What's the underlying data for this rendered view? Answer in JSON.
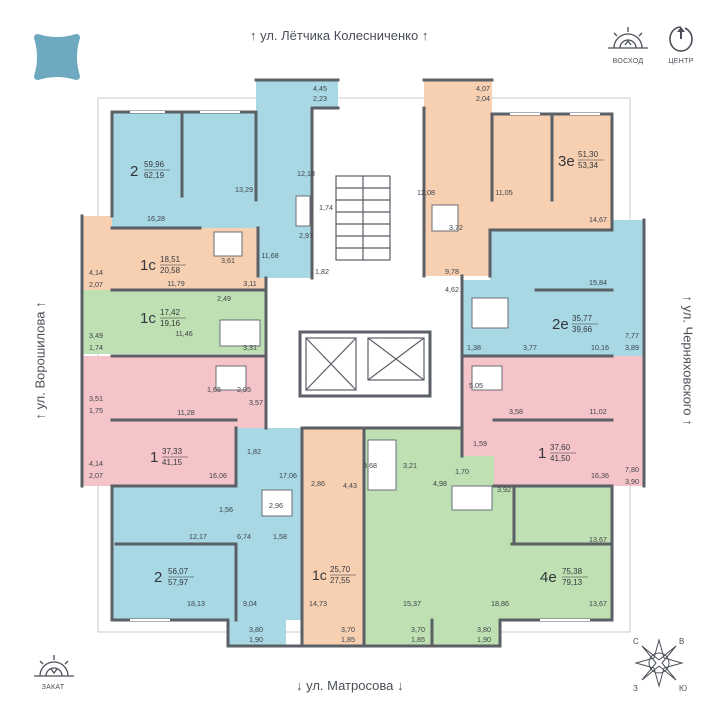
{
  "streets": {
    "top": "↑ ул. Лётчика Колесниченко ↑",
    "bottom": "↓ ул. Матросова ↓",
    "left": "↑ ул. Ворошилова ↑",
    "right": "↑ ул. Черняховского ↑"
  },
  "badges": {
    "sunrise": "ВОСХОД",
    "center": "ЦЕНТР",
    "sunset": "ЗАКАТ"
  },
  "compass": {
    "n": "С",
    "e": "В",
    "w": "З",
    "s": "Ю"
  },
  "colors": {
    "blue": "#a8d8e4",
    "peach": "#f7cfb1",
    "pink": "#f5c4c8",
    "green": "#bfe0b2",
    "wall": "#5b5f66",
    "logo": "#6fa9c0"
  },
  "units": {
    "u2a": {
      "rooms": "2",
      "area": "59,96",
      "total": "62,19"
    },
    "u3e": {
      "rooms": "3е",
      "area": "51,30",
      "total": "53,34"
    },
    "u1a": {
      "rooms": "1с",
      "area": "18,51",
      "total": "20,58"
    },
    "u1b": {
      "rooms": "1с",
      "area": "17,42",
      "total": "19,16"
    },
    "u2e": {
      "rooms": "2е",
      "area": "35,77",
      "total": "39,66"
    },
    "u1c": {
      "rooms": "1",
      "area": "37,33",
      "total": "41,15"
    },
    "u1d": {
      "rooms": "1",
      "area": "37,60",
      "total": "41,50"
    },
    "u2b": {
      "rooms": "2",
      "area": "56,07",
      "total": "57,97"
    },
    "u1e": {
      "rooms": "1с",
      "area": "25,70",
      "total": "27,55"
    },
    "u4e": {
      "rooms": "4е",
      "area": "75,38",
      "total": "79,13"
    }
  },
  "rooms": {
    "r01": "4,45",
    "r02": "2,23",
    "r03": "4,07",
    "r04": "2,04",
    "r05": "13,29",
    "r06": "12,18",
    "r07": "16,28",
    "r08": "1,74",
    "r09": "2,97",
    "r10": "11,68",
    "r11": "1,82",
    "r12": "12,08",
    "r13": "11,05",
    "r14": "14,67",
    "r15": "3,72",
    "r16": "9,78",
    "r17": "4,62",
    "r18": "15,84",
    "r19": "4,14",
    "r20": "2,07",
    "r21": "3,61",
    "r22": "11,79",
    "r23": "3,11",
    "r24": "2,49",
    "r25": "3,49",
    "r26": "1,74",
    "r27": "11,46",
    "r28": "3,31",
    "r29": "1,38",
    "r30": "3,77",
    "r31": "10,16",
    "r32": "7,77",
    "r33": "3,89",
    "r34": "3,51",
    "r35": "1,75",
    "r36": "1,65",
    "r37": "2,95",
    "r38": "11,28",
    "r39": "3,57",
    "r40": "5,05",
    "r41": "3,58",
    "r42": "11,02",
    "r43": "1,82",
    "r44": "1,59",
    "r45": "4,14",
    "r46": "2,07",
    "r47": "16,06",
    "r48": "17,06",
    "r49": "2,86",
    "r50": "3,68",
    "r51": "3,21",
    "r52": "4,43",
    "r53": "1,70",
    "r54": "4,98",
    "r55": "16,36",
    "r56": "7,80",
    "r57": "3,90",
    "r58": "1,56",
    "r59": "2,96",
    "r60": "3,92",
    "r61": "12,17",
    "r62": "6,74",
    "r63": "1,58",
    "r64": "13,67",
    "r65": "18,13",
    "r66": "9,04",
    "r67": "14,73",
    "r68": "15,37",
    "r69": "18,86",
    "r70": "13,67",
    "r71": "3,80",
    "r72": "1,90",
    "r73": "3,70",
    "r74": "1,85",
    "r75": "3,70",
    "r76": "1,85",
    "r77": "3,80",
    "r78": "1,90"
  }
}
